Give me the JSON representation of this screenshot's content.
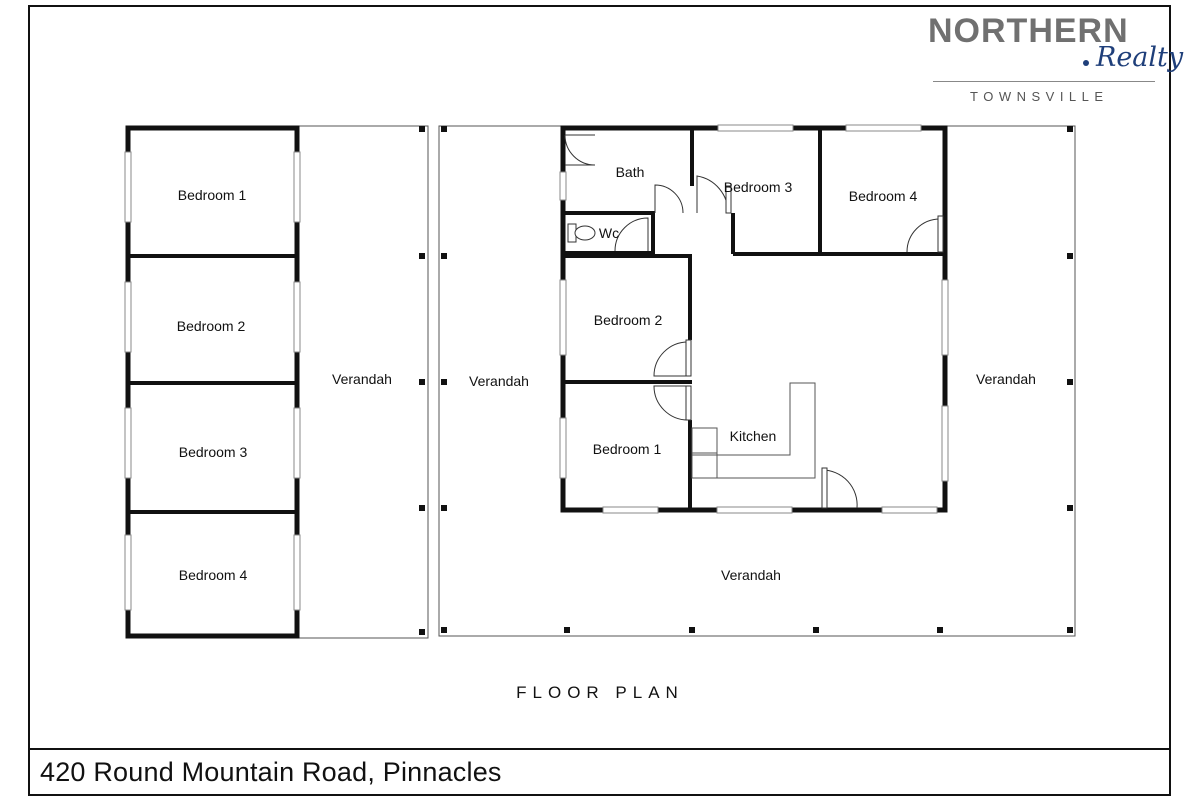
{
  "logo": {
    "word": "NORTHERN",
    "script": "Realty",
    "sub": "TOWNSVILLE"
  },
  "caption": "FLOOR PLAN",
  "address": "420 Round Mountain Road, Pinnacles",
  "rooms": {
    "annex": {
      "bedroom1": "Bedroom 1",
      "bedroom2": "Bedroom 2",
      "bedroom3": "Bedroom 3",
      "bedroom4": "Bedroom 4",
      "verandah": "Verandah"
    },
    "main": {
      "verandah_left": "Verandah",
      "verandah_right": "Verandah",
      "verandah_bottom": "Verandah",
      "bath": "Bath",
      "wc": "Wc",
      "bedroom1": "Bedroom 1",
      "bedroom2": "Bedroom 2",
      "bedroom3": "Bedroom 3",
      "bedroom4": "Bedroom 4",
      "kitchen": "Kitchen"
    }
  },
  "colors": {
    "wall": "#111111",
    "thin_line": "#555555",
    "brand_grey": "#707070",
    "brand_blue": "#1f3f7a"
  }
}
